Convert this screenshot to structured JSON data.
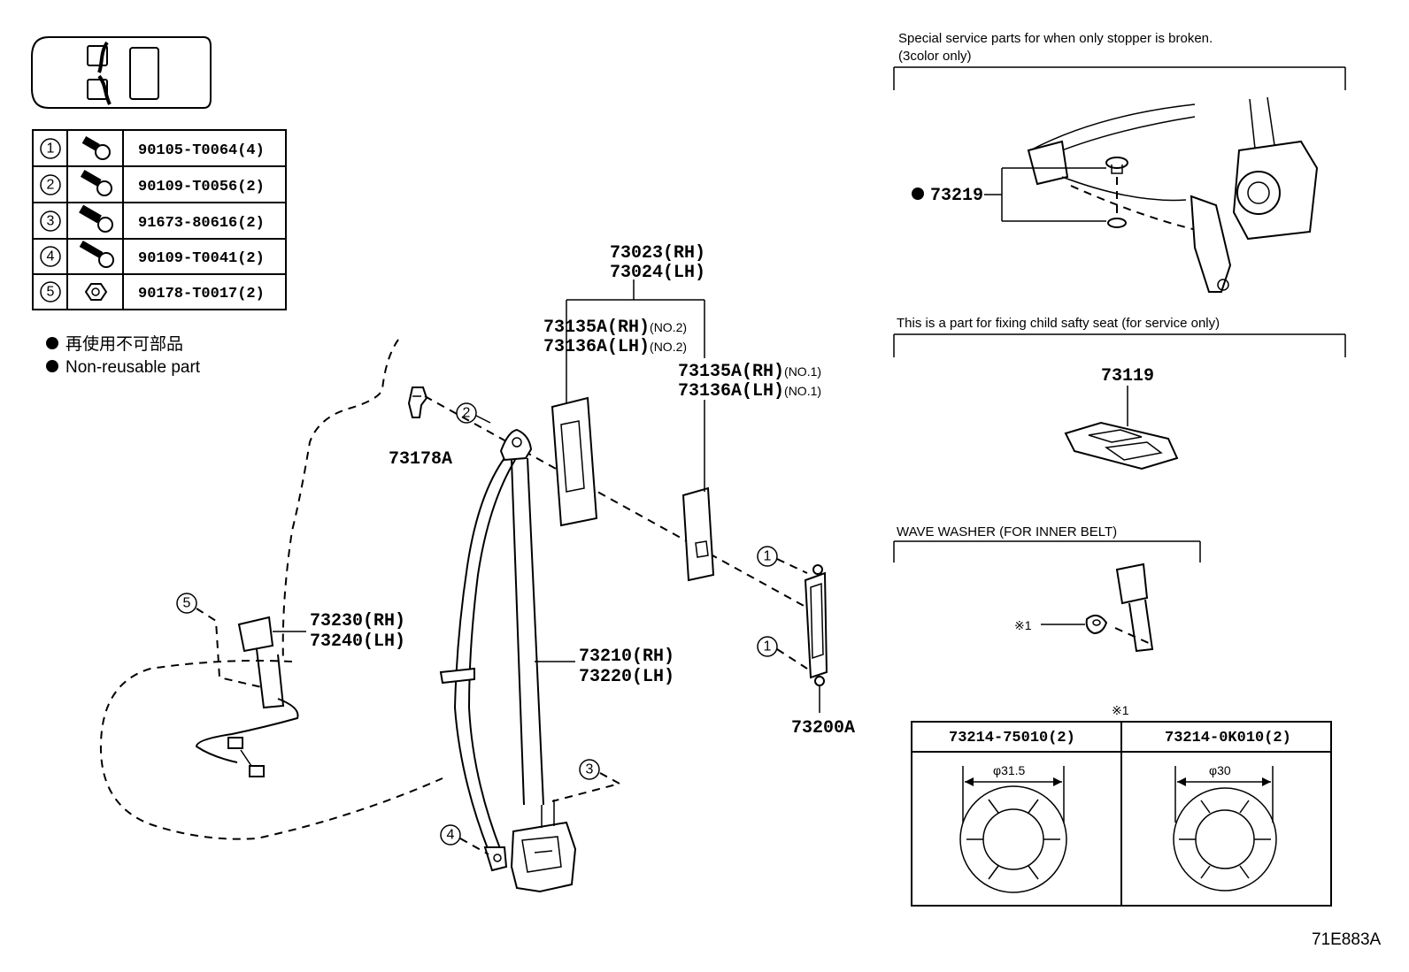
{
  "bolt_table": [
    {
      "num": "1",
      "part": "90105-T0064(4)",
      "icon": "bolt-icon"
    },
    {
      "num": "2",
      "part": "90109-T0056(2)",
      "icon": "bolt-icon"
    },
    {
      "num": "3",
      "part": "91673-80616(2)",
      "icon": "bolt-icon"
    },
    {
      "num": "4",
      "part": "90109-T0041(2)",
      "icon": "bolt-icon"
    },
    {
      "num": "5",
      "part": "90178-T0017(2)",
      "icon": "nut-icon"
    }
  ],
  "legend": {
    "jp": "再使用不可部品",
    "en": "Non-reusable part"
  },
  "labels": {
    "p73023": "73023(RH)",
    "p73024": "73024(LH)",
    "p73135a_no2_main": "73135A(RH)",
    "p73135a_no2_sub": "(NO.2)",
    "p73136a_no2_main": "73136A(LH)",
    "p73136a_no2_sub": "(NO.2)",
    "p73135a_no1_main": "73135A(RH)",
    "p73135a_no1_sub": "(NO.1)",
    "p73136a_no1_main": "73136A(LH)",
    "p73136a_no1_sub": "(NO.1)",
    "p73178a": "73178A",
    "p73230": "73230(RH)",
    "p73240": "73240(LH)",
    "p73210": "73210(RH)",
    "p73220": "73220(LH)",
    "p73200a": "73200A",
    "p73219": "73219",
    "p73119": "73119",
    "callout1": "1",
    "callout2": "2",
    "callout3": "3",
    "callout4": "4",
    "callout5": "5"
  },
  "notes": {
    "stopper_line1": "Special service parts for when only stopper is broken.",
    "stopper_line2": "(3color only)",
    "child_seat": "This is a part for fixing child safty seat (for service only)",
    "wave_washer": "WAVE WASHER (FOR INNER BELT)",
    "ref_mark": "※1",
    "ref_mark_label": "※1"
  },
  "washer_table": {
    "headers": [
      "73214-75010(2)",
      "73214-0K010(2)"
    ],
    "diameters": [
      "φ31.5",
      "φ30"
    ]
  },
  "figure_id": "71E883A"
}
